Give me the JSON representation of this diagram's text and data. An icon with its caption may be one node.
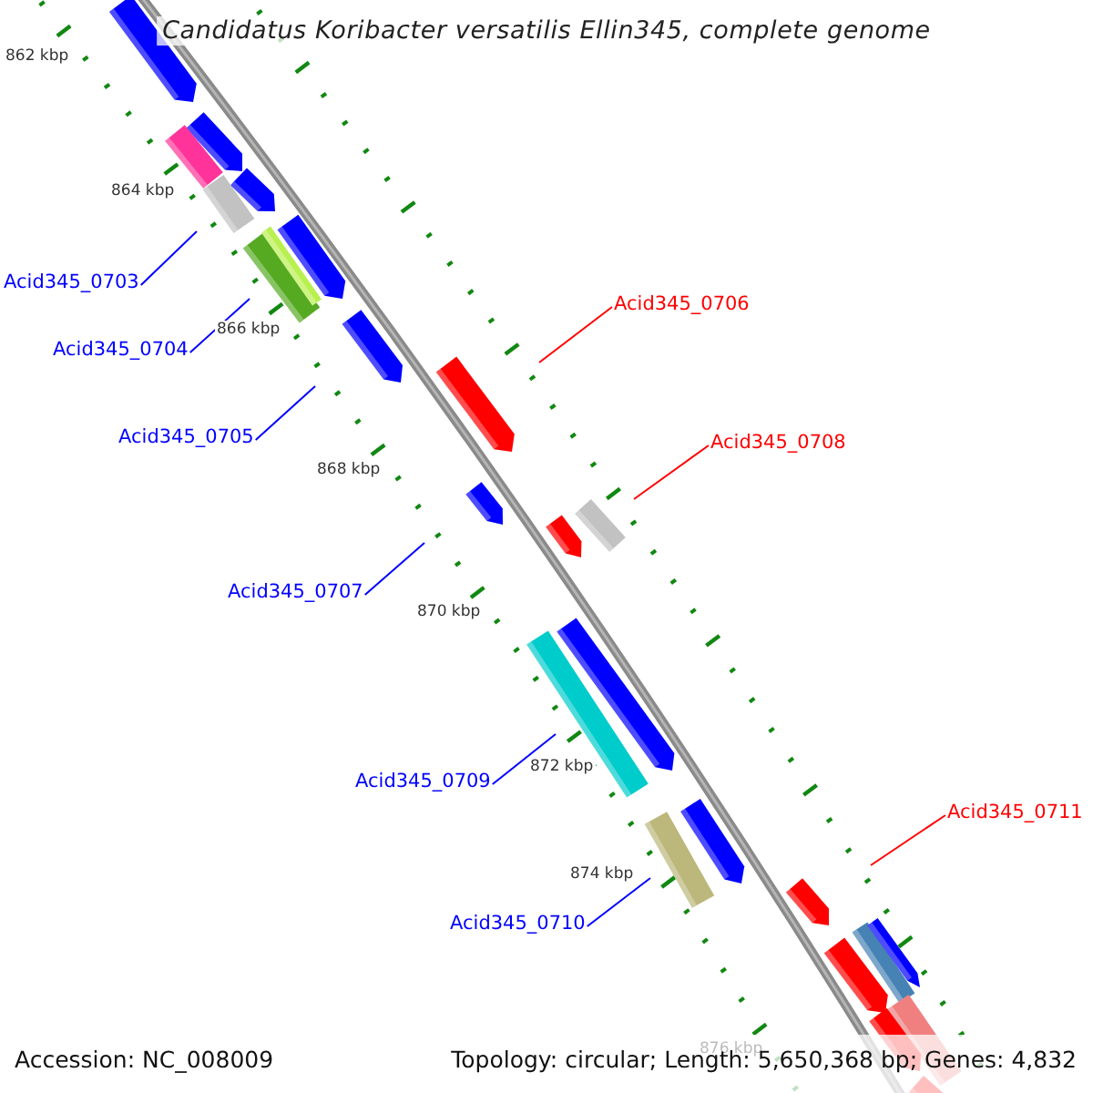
{
  "diagram": {
    "title": "Candidatus Koribacter versatilis Ellin345, complete genome",
    "nodes": [
      {
        "text": [
          "Acid345_0703"
        ]
      },
      {
        "text": [
          "Acid345_0704"
        ]
      },
      {
        "text": [
          "Acid345_0705"
        ]
      },
      {
        "text": [
          "Acid345_0706"
        ]
      },
      {
        "text": [
          "Acid345_0707"
        ]
      },
      {
        "text": [
          "Acid345_0708"
        ]
      },
      {
        "text": [
          "Acid345_0709"
        ]
      },
      {
        "text": [
          "Acid345_0710"
        ]
      },
      {
        "text": [
          "Acid345_0711"
        ]
      }
    ],
    "edges": [
      {
        "from": 0,
        "to": null,
        "arrow": "none"
      },
      {
        "from": 1,
        "to": null,
        "arrow": "none"
      },
      {
        "from": 2,
        "to": null,
        "arrow": "none"
      },
      {
        "from": 3,
        "to": null,
        "arrow": "none",
        "color": "#ff0000"
      },
      {
        "from": 4,
        "to": null,
        "arrow": "none"
      },
      {
        "from": 5,
        "to": null,
        "arrow": "none",
        "color": "#ff0000"
      },
      {
        "from": 6,
        "to": null,
        "arrow": "none"
      },
      {
        "from": 7,
        "to": null,
        "arrow": "none"
      },
      {
        "from": 8,
        "to": null,
        "arrow": "none",
        "color": "#ff0000"
      }
    ],
    "labels": [
      "862 kbp",
      "864 kbp",
      "866 kbp",
      "868 kbp",
      "870 kbp",
      "872 kbp",
      "874 kbp",
      "876 kbp",
      "Accession: NC_008009",
      "Topology: circular; Length: 5,650,368 bp; Genes: 4,832"
    ]
  }
}
